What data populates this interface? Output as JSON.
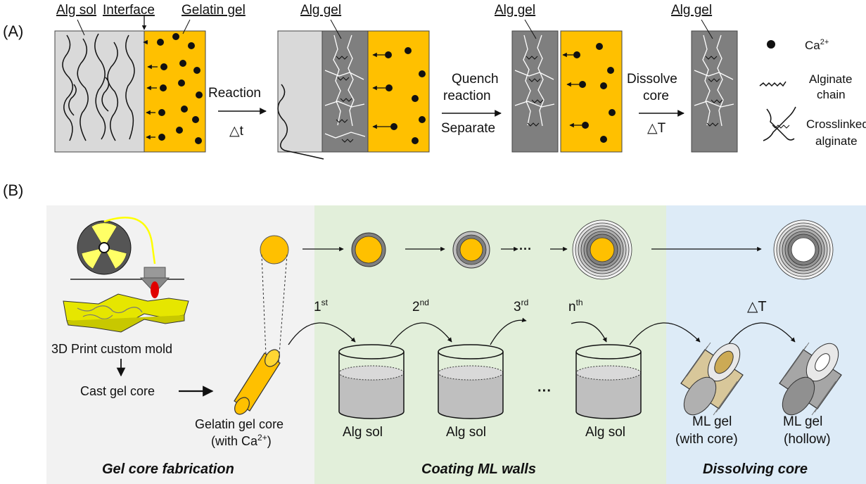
{
  "panelA": {
    "label": "(A)",
    "alg_sol": "Alg sol",
    "interface": "Interface",
    "gelatin_gel": "Gelatin gel",
    "alg_gel_1": "Alg gel",
    "alg_gel_2": "Alg gel",
    "alg_gel_3": "Alg gel",
    "reaction": "Reaction",
    "delta_t": "△t",
    "quench_1": "Quench",
    "quench_2": "reaction",
    "separate": "Separate",
    "dissolve_1": "Dissolve",
    "dissolve_2": "core",
    "delta_T": "△T",
    "legend_ca": "Ca",
    "legend_ca_sup": "2+",
    "legend_chain_1": "Alginate",
    "legend_chain_2": "chain",
    "legend_cross_1": "Crosslinked",
    "legend_cross_2": "alginate"
  },
  "panelB": {
    "label": "(B)",
    "print_mold": "3D Print custom mold",
    "cast_core": "Cast gel core",
    "core_label_1": "Gelatin gel core",
    "core_label_2": "(with Ca",
    "core_label_2_sup": "2+",
    "core_label_2_end": ")",
    "ord1": "1",
    "ord1_sup": "st",
    "ord2": "2",
    "ord2_sup": "nd",
    "ord3": "3",
    "ord3_sup": "rd",
    "ordn": "n",
    "ordn_sup": "th",
    "dots_top": "···",
    "dots_bottom": "···",
    "alg_sol_1": "Alg sol",
    "alg_sol_2": "Alg sol",
    "alg_sol_3": "Alg sol",
    "delta_T": "△T",
    "ml_core_1": "ML gel",
    "ml_core_2": "(with core)",
    "ml_hollow_1": "ML gel",
    "ml_hollow_2": "(hollow)",
    "sec_fab": "Gel core fabrication",
    "sec_coat": "Coating ML walls",
    "sec_dissolve": "Dissolving core"
  },
  "colors": {
    "gelatin": "#FFC000",
    "alg_sol": "#D9D9D9",
    "alg_gel": "#7F7F7F",
    "bg_fab": "#F2F2F2",
    "bg_coat": "#E2EFDA",
    "bg_dissolve": "#DDEBF7",
    "nozzle_tip": "#E00000"
  }
}
